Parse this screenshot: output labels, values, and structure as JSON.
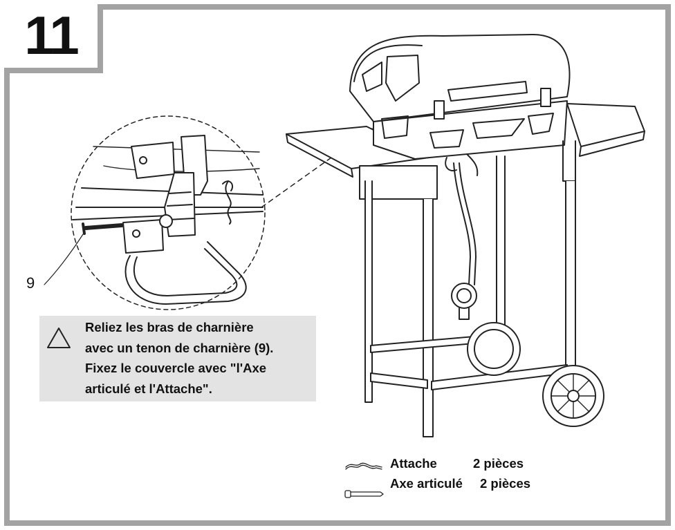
{
  "step": {
    "number": "11"
  },
  "callout": {
    "part_label": "9"
  },
  "note": {
    "icon": "warning-triangle-icon",
    "lines": [
      "Reliez les bras de charnière",
      "avec un tenon de charnière (9).",
      "Fixez le couvercle avec \"l'Axe",
      "articulé et l'Attache\"."
    ]
  },
  "parts": [
    {
      "icon": "clip-icon",
      "name": "Attache",
      "qty": "2 pièces"
    },
    {
      "icon": "pin-icon",
      "name": "Axe articulé",
      "qty": "2 pièces"
    }
  ],
  "colors": {
    "frame": "#a3a3a3",
    "note_bg": "#e3e3e3",
    "ink": "#222222"
  }
}
